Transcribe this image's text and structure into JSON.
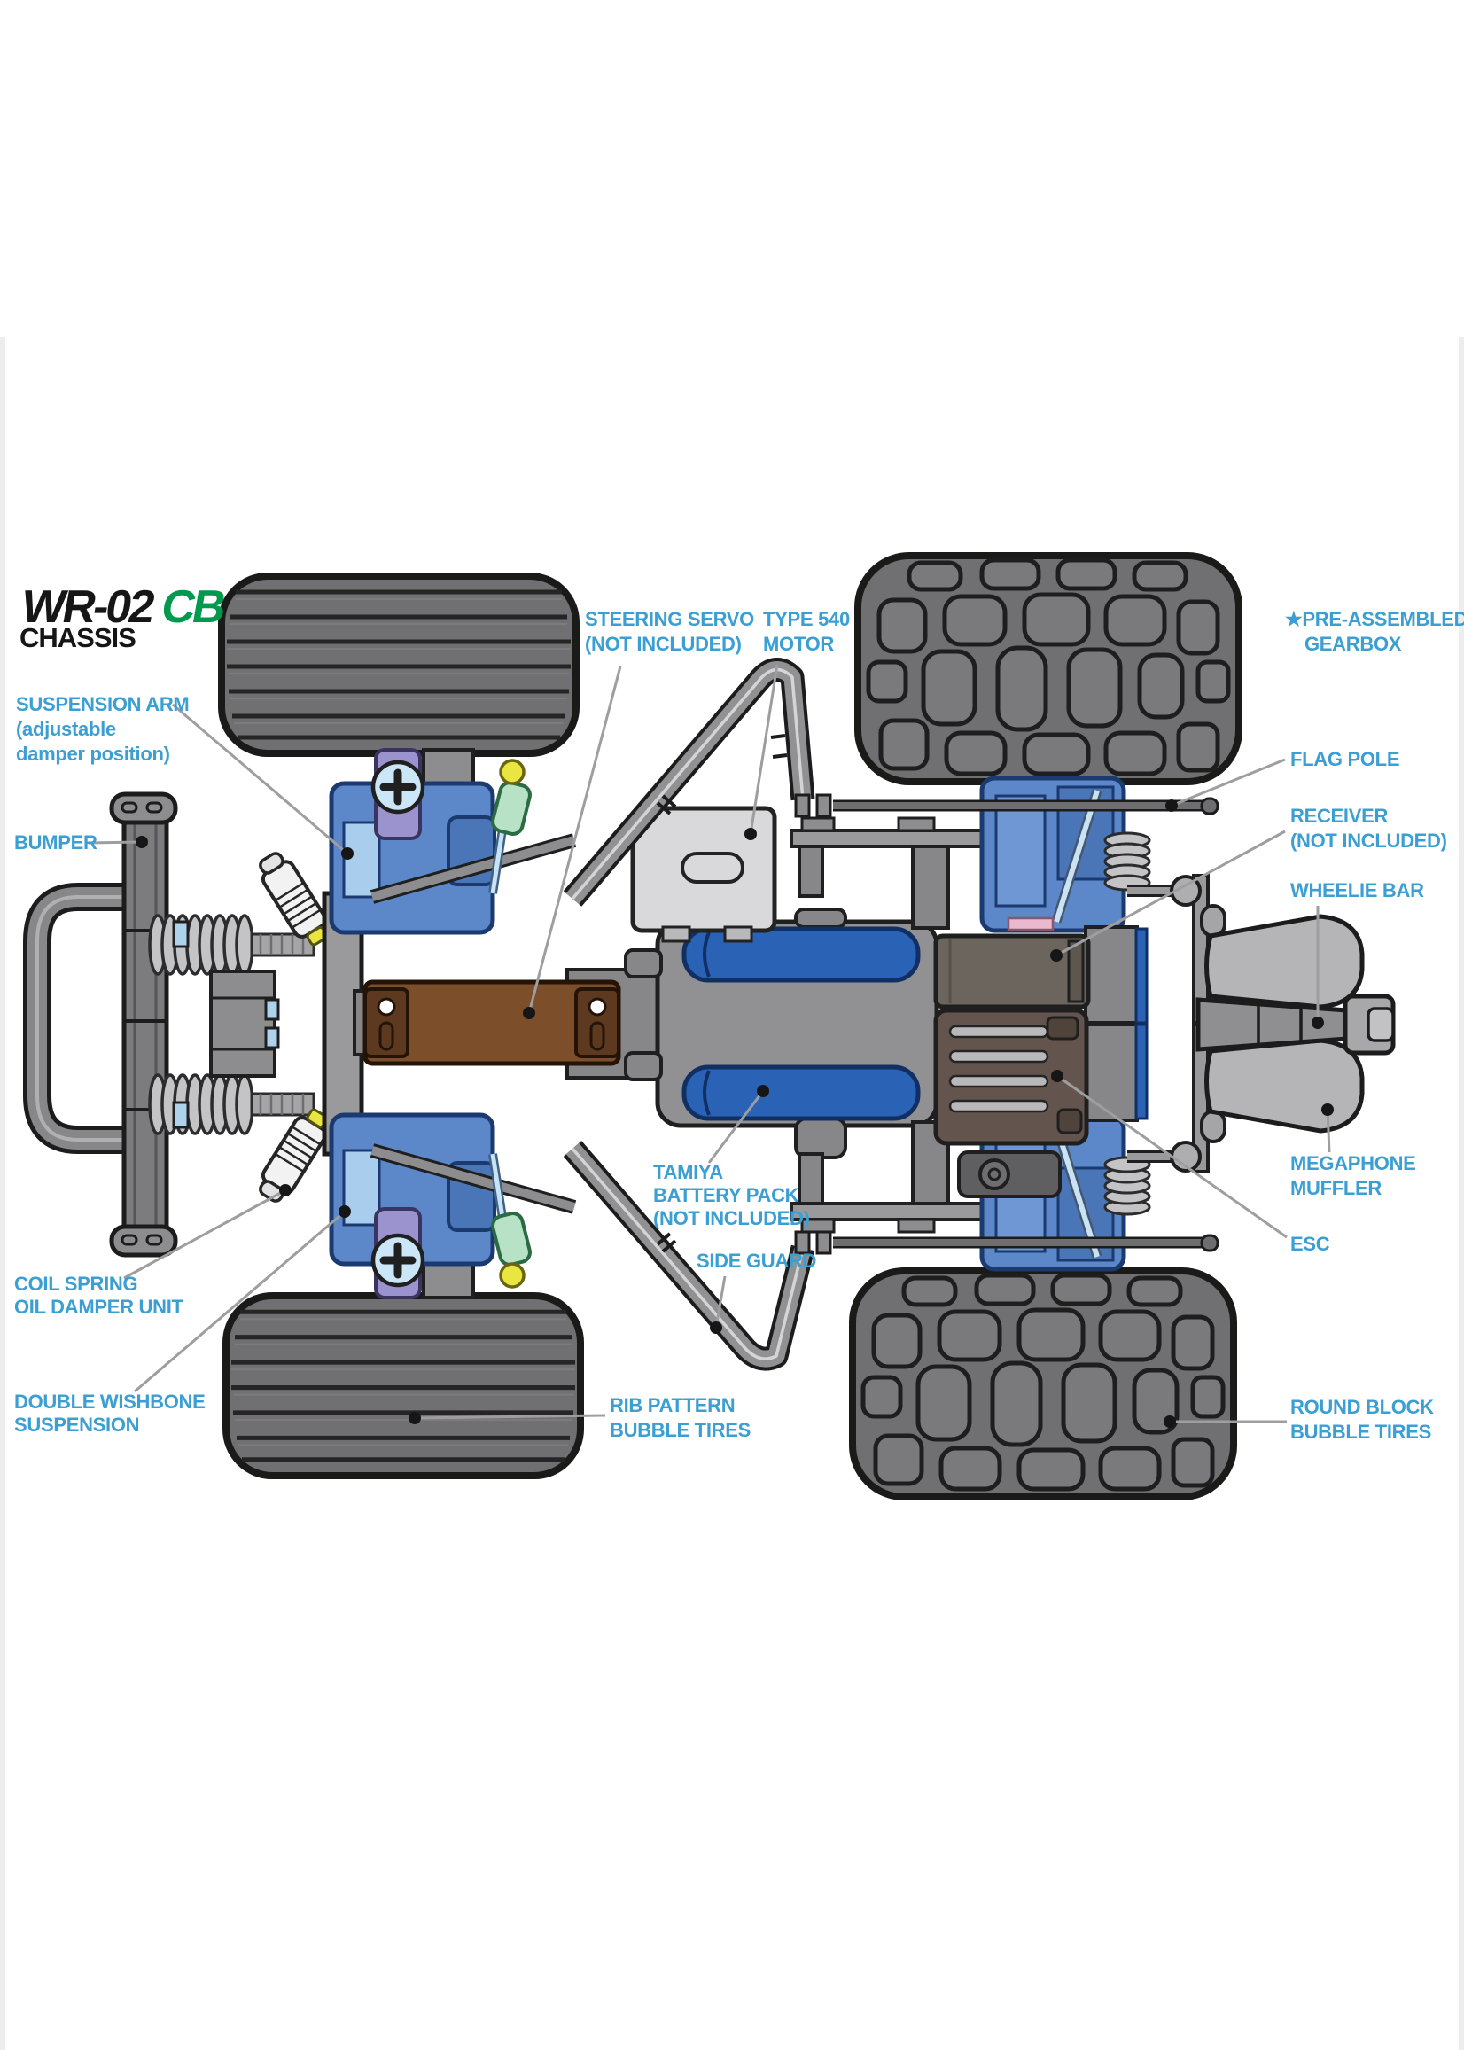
{
  "logo": {
    "title_black": "WR-02",
    "title_green": "CB",
    "subtitle": "CHASSIS"
  },
  "labels": {
    "suspension_arm": {
      "lines": [
        "SUSPENSION ARM",
        "(adjustable",
        " damper position)"
      ]
    },
    "bumper": {
      "lines": [
        "BUMPER"
      ]
    },
    "steering_servo": {
      "lines": [
        "STEERING SERVO",
        "(NOT INCLUDED)"
      ]
    },
    "type_540_motor": {
      "lines": [
        "TYPE 540",
        "MOTOR"
      ]
    },
    "pre_assembled_gearbox": {
      "lines": [
        "★PRE-ASSEMBLED",
        "GEARBOX"
      ]
    },
    "flag_pole": {
      "lines": [
        "FLAG POLE"
      ]
    },
    "receiver": {
      "lines": [
        "RECEIVER",
        "(NOT INCLUDED)"
      ]
    },
    "wheelie_bar": {
      "lines": [
        "WHEELIE BAR"
      ]
    },
    "megaphone_muffler": {
      "lines": [
        "MEGAPHONE",
        "MUFFLER"
      ]
    },
    "esc": {
      "lines": [
        "ESC"
      ]
    },
    "round_block_tires": {
      "lines": [
        "ROUND BLOCK",
        "BUBBLE TIRES"
      ]
    },
    "rib_pattern_tires": {
      "lines": [
        "RIB PATTERN",
        "BUBBLE TIRES"
      ]
    },
    "side_guard": {
      "lines": [
        "SIDE GUARD"
      ]
    },
    "battery": {
      "lines": [
        "TAMIYA",
        "BATTERY PACK",
        "(NOT INCLUDED)"
      ]
    },
    "coil_spring": {
      "lines": [
        "COIL SPRING",
        "OIL DAMPER UNIT"
      ]
    },
    "double_wishbone": {
      "lines": [
        "DOUBLE WISHBONE",
        "SUSPENSION"
      ]
    }
  },
  "colors": {
    "label_blue": "#3b9fd4",
    "logo_green": "#00994d",
    "logo_black": "#161616",
    "tire_gray": "#706f71",
    "chassis_gray": "#8d8d8f",
    "silver": "#d9d9db",
    "part_blue": "#5c87c8",
    "battery_blue": "#2a62b5",
    "servo_brown": "#7d4e2a",
    "esc_brown": "#63544d",
    "receiver_gray": "#6b655e",
    "accent_green": "#b8e2c6",
    "accent_yellow": "#e9e642",
    "accent_purple": "#9a93ce",
    "accent_pink": "#e9b9ce"
  }
}
